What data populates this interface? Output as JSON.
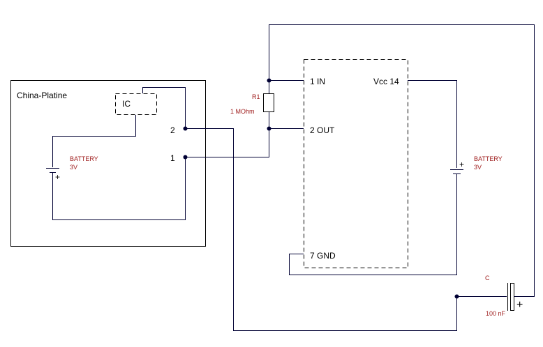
{
  "colors": {
    "wire": "#000033",
    "component_label": "#a02020",
    "text": "#000000",
    "background": "#ffffff"
  },
  "board": {
    "title": "China-Platine",
    "ic_label": "IC",
    "pin2_label": "2",
    "pin1_label": "1",
    "battery_name": "BATTERY",
    "battery_value": "3V",
    "battery_plus": "+"
  },
  "resistor": {
    "name": "R1",
    "value": "1 MOhm"
  },
  "chip": {
    "pin_in": "1 IN",
    "pin_out": "2 OUT",
    "pin_gnd": "7 GND",
    "pin_vcc": "Vcc 14"
  },
  "battery2": {
    "name": "BATTERY",
    "value": "3V",
    "plus": "+"
  },
  "capacitor": {
    "name": "C",
    "value": "100 nF",
    "plus": "+"
  }
}
